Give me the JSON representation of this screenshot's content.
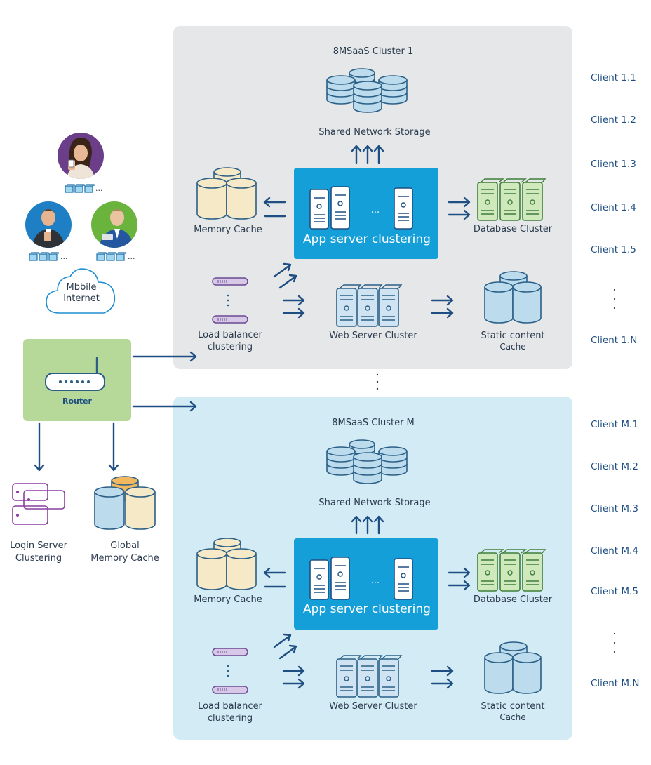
{
  "clusters": [
    {
      "title": "8MSaaS Cluster 1",
      "storage_label": "Shared Network Storage",
      "memory_cache_label": "Memory Cache",
      "app_server_label": "App server clustering",
      "app_ellipsis": "...",
      "database_label": "Database Cluster",
      "load_balancer_label_1": "Load balancer",
      "load_balancer_label_2": "clustering",
      "web_server_label": "Web Server Cluster",
      "static_label_1": "Static content",
      "static_label_2": "Cache"
    },
    {
      "title": "8MSaaS  Cluster M",
      "storage_label": "Shared Network Storage",
      "memory_cache_label": "Memory Cache",
      "app_server_label": "App server clustering",
      "app_ellipsis": "...",
      "database_label": "Database Cluster",
      "load_balancer_label_1": "Load balancer",
      "load_balancer_label_2": "clustering",
      "web_server_label": "Web Server Cluster",
      "static_label_1": "Static content",
      "static_label_2": "Cache"
    }
  ],
  "clients_1": [
    "Client 1.1",
    "Client 1.2",
    "Client 1.3",
    "Client 1.4",
    "Client 1.5",
    "Client 1.N"
  ],
  "clients_m": [
    "Client M.1",
    "Client M.2",
    "Client M.3",
    "Client M.4",
    "Client M.5",
    "Client M.N"
  ],
  "internet": {
    "line1": "Mbbile",
    "line2": "Internet"
  },
  "router": {
    "label": "Router"
  },
  "login": {
    "line1": "Login Server",
    "line2": "Clustering"
  },
  "global_cache": {
    "line1": "Global",
    "line2": "Memory Cache"
  },
  "ellipsis": "...",
  "colors": {
    "cluster1_bg": "#e5e7e8",
    "clusterM_bg": "#d3ebf5",
    "app_server": "#159fd9",
    "router": "#b6d99a",
    "arrow": "#1f4f82",
    "client_text": "#1f4f82"
  }
}
